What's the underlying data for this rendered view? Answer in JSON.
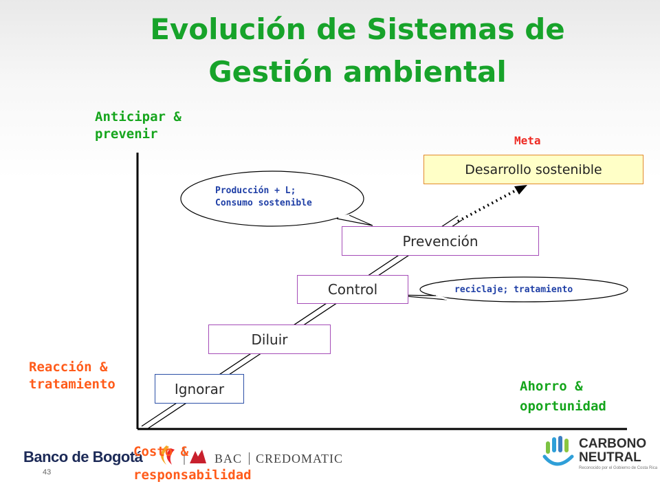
{
  "title": {
    "line1": "Evolución de Sistemas de",
    "line2": "Gestión ambiental"
  },
  "axes": {
    "y_top": {
      "line1": "Anticipar &",
      "line2": "prevenir"
    },
    "y_bottom": {
      "line1": "Reacción &",
      "line2": "tratamiento"
    },
    "x_right": {
      "line1": "Ahorro &",
      "line2": "oportunidad"
    },
    "x_bottom": {
      "line1": "Costo &",
      "line2": "responsabilidad"
    }
  },
  "meta_label": "Meta",
  "stages": {
    "ignorar": "Ignorar",
    "diluir": "Diluir",
    "control": "Control",
    "prevencion": "Prevención",
    "desarrollo": "Desarrollo sostenible"
  },
  "callouts": {
    "produccion": {
      "line1": "Producción + L;",
      "line2": "Consumo sostenible"
    },
    "reciclaje": "reciclaje; tratamiento"
  },
  "footer": {
    "page_number": "43",
    "bank_logo": "Banco de Bogotá",
    "bac_logo": {
      "left": "BAC",
      "right": "CREDOMATIC"
    },
    "carbon_logo": {
      "line1": "CARBONO",
      "line2": "NEUTRAL",
      "caption": "Reconocido por el Gobierno de Costa Rica"
    }
  },
  "colors": {
    "title": "#17a32a",
    "axis_label_green": "#15a51c",
    "axis_label_orange": "#ff5b1a",
    "meta": "#ee2b24",
    "stage_border": "#a44bb7",
    "goal_fill": "#ffffc7",
    "goal_border": "#e2892c",
    "callout_text": "#1f3fa6"
  }
}
